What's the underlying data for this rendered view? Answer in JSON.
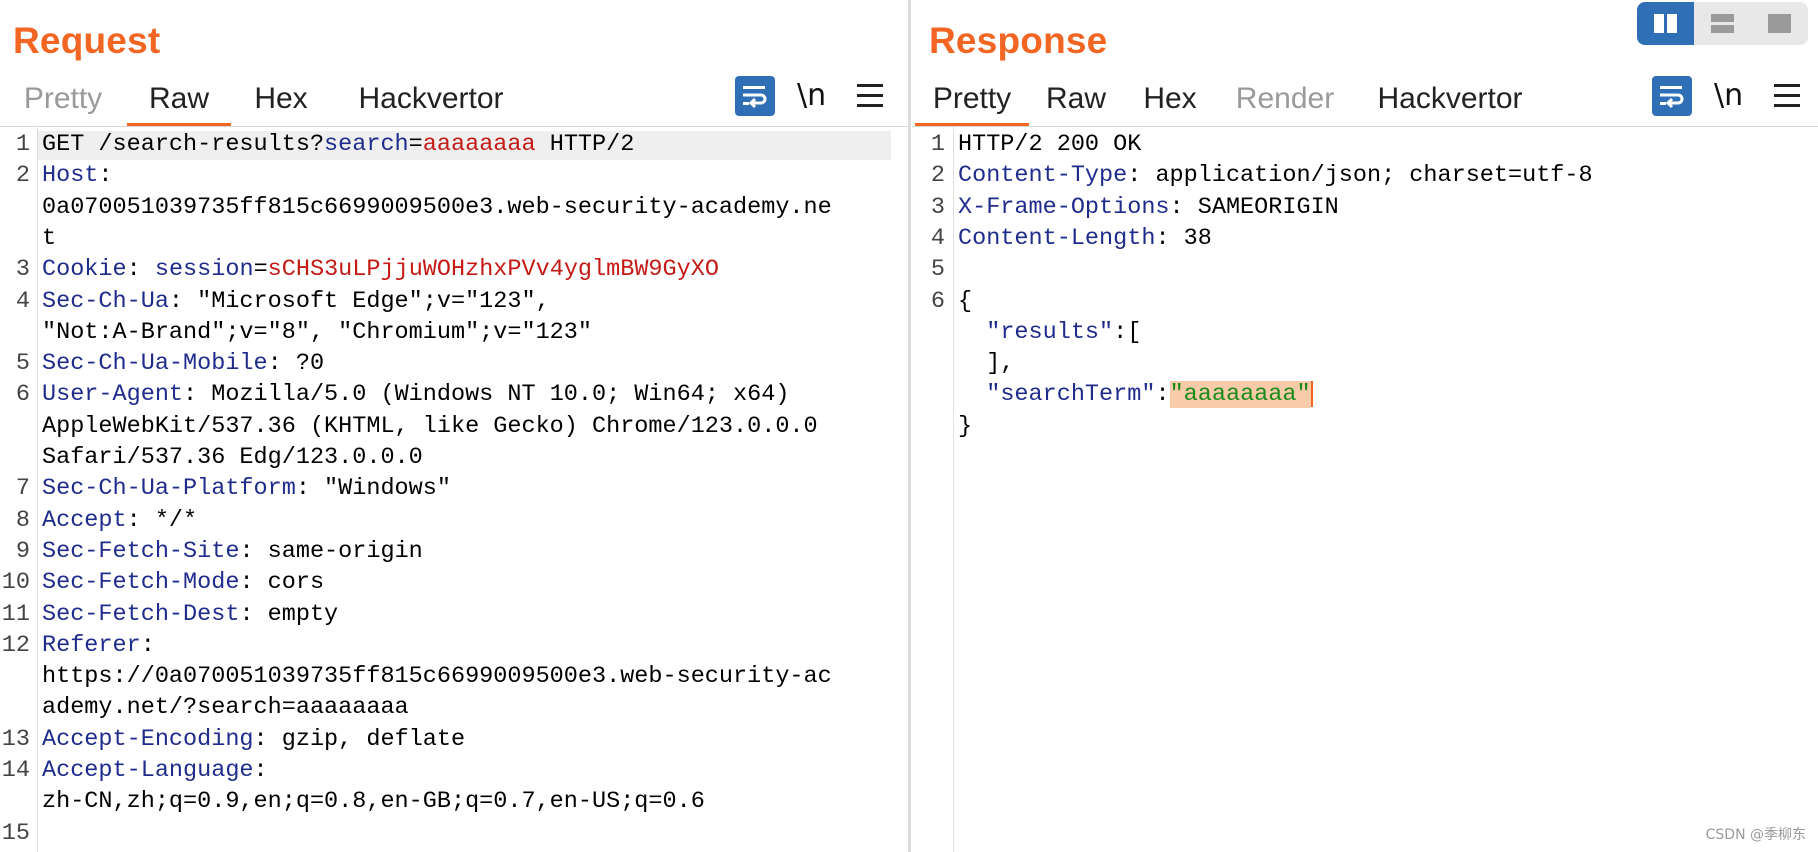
{
  "request": {
    "title": "Request",
    "tabs": [
      "Pretty",
      "Raw",
      "Hex",
      "Hackvertor"
    ],
    "active_tab": "Raw",
    "newline_toggle": "\\n",
    "lines": [
      {
        "n": "1",
        "segs": [
          [
            "t",
            "GET /search-results?"
          ],
          [
            "pm",
            "search"
          ],
          [
            "t",
            "="
          ],
          [
            "pv",
            "aaaaaaaa"
          ],
          [
            "t",
            " HTTP/2"
          ]
        ]
      },
      {
        "n": "2",
        "segs": [
          [
            "hk",
            "Host"
          ],
          [
            "t",
            ":"
          ]
        ]
      },
      {
        "n": "",
        "segs": [
          [
            "t",
            "0a070051039735ff815c6699009500e3.web-security-academy.ne"
          ]
        ]
      },
      {
        "n": "",
        "segs": [
          [
            "t",
            "t"
          ]
        ]
      },
      {
        "n": "3",
        "segs": [
          [
            "hk",
            "Cookie"
          ],
          [
            "t",
            ": "
          ],
          [
            "pm",
            "session"
          ],
          [
            "t",
            "="
          ],
          [
            "pv",
            "sCHS3uLPjjuWOHzhxPVv4yglmBW9GyXO"
          ]
        ]
      },
      {
        "n": "4",
        "segs": [
          [
            "hk",
            "Sec-Ch-Ua"
          ],
          [
            "t",
            ": \"Microsoft Edge\";v=\"123\","
          ]
        ]
      },
      {
        "n": "",
        "segs": [
          [
            "t",
            "\"Not:A-Brand\";v=\"8\", \"Chromium\";v=\"123\""
          ]
        ]
      },
      {
        "n": "5",
        "segs": [
          [
            "hk",
            "Sec-Ch-Ua-Mobile"
          ],
          [
            "t",
            ": ?0"
          ]
        ]
      },
      {
        "n": "6",
        "segs": [
          [
            "hk",
            "User-Agent"
          ],
          [
            "t",
            ": Mozilla/5.0 (Windows NT 10.0; Win64; x64)"
          ]
        ]
      },
      {
        "n": "",
        "segs": [
          [
            "t",
            "AppleWebKit/537.36 (KHTML, like Gecko) Chrome/123.0.0.0"
          ]
        ]
      },
      {
        "n": "",
        "segs": [
          [
            "t",
            "Safari/537.36 Edg/123.0.0.0"
          ]
        ]
      },
      {
        "n": "7",
        "segs": [
          [
            "hk",
            "Sec-Ch-Ua-Platform"
          ],
          [
            "t",
            ": \"Windows\""
          ]
        ]
      },
      {
        "n": "8",
        "segs": [
          [
            "hk",
            "Accept"
          ],
          [
            "t",
            ": */*"
          ]
        ]
      },
      {
        "n": "9",
        "segs": [
          [
            "hk",
            "Sec-Fetch-Site"
          ],
          [
            "t",
            ": same-origin"
          ]
        ]
      },
      {
        "n": "10",
        "segs": [
          [
            "hk",
            "Sec-Fetch-Mode"
          ],
          [
            "t",
            ": cors"
          ]
        ]
      },
      {
        "n": "11",
        "segs": [
          [
            "hk",
            "Sec-Fetch-Dest"
          ],
          [
            "t",
            ": empty"
          ]
        ]
      },
      {
        "n": "12",
        "segs": [
          [
            "hk",
            "Referer"
          ],
          [
            "t",
            ":"
          ]
        ]
      },
      {
        "n": "",
        "segs": [
          [
            "t",
            "https://0a070051039735ff815c6699009500e3.web-security-ac"
          ]
        ]
      },
      {
        "n": "",
        "segs": [
          [
            "t",
            "ademy.net/?search=aaaaaaaa"
          ]
        ]
      },
      {
        "n": "13",
        "segs": [
          [
            "hk",
            "Accept-Encoding"
          ],
          [
            "t",
            ": gzip, deflate"
          ]
        ]
      },
      {
        "n": "14",
        "segs": [
          [
            "hk",
            "Accept-Language"
          ],
          [
            "t",
            ":"
          ]
        ]
      },
      {
        "n": "",
        "segs": [
          [
            "t",
            "zh-CN,zh;q=0.9,en;q=0.8,en-GB;q=0.7,en-US;q=0.6"
          ]
        ]
      },
      {
        "n": "15",
        "segs": []
      }
    ]
  },
  "response": {
    "title": "Response",
    "tabs": [
      "Pretty",
      "Raw",
      "Hex",
      "Render",
      "Hackvertor"
    ],
    "active_tab": "Pretty",
    "disabled_tabs": [
      "Render"
    ],
    "newline_toggle": "\\n",
    "lines": [
      {
        "n": "1",
        "segs": [
          [
            "t",
            "HTTP/2 200 OK"
          ]
        ]
      },
      {
        "n": "2",
        "segs": [
          [
            "hk",
            "Content-Type"
          ],
          [
            "t",
            ": application/json; charset=utf-8"
          ]
        ]
      },
      {
        "n": "3",
        "segs": [
          [
            "hk",
            "X-Frame-Options"
          ],
          [
            "t",
            ": SAMEORIGIN"
          ]
        ]
      },
      {
        "n": "4",
        "segs": [
          [
            "hk",
            "Content-Length"
          ],
          [
            "t",
            ": 38"
          ]
        ]
      },
      {
        "n": "5",
        "segs": []
      },
      {
        "n": "6",
        "segs": [
          [
            "t",
            "{"
          ]
        ]
      },
      {
        "n": "",
        "segs": [
          [
            "t",
            "  "
          ],
          [
            "jk",
            "\"results\""
          ],
          [
            "t",
            ":["
          ]
        ]
      },
      {
        "n": "",
        "segs": [
          [
            "t",
            "  ],"
          ]
        ]
      },
      {
        "n": "",
        "segs": [
          [
            "t",
            "  "
          ],
          [
            "jk",
            "\"searchTerm\""
          ],
          [
            "t",
            ":"
          ],
          [
            "jshl",
            "\"aaaaaaaa\""
          ]
        ]
      },
      {
        "n": "",
        "segs": [
          [
            "t",
            "}"
          ]
        ]
      }
    ]
  },
  "watermark": "CSDN @季柳东",
  "colors": {
    "accent": "#f26522",
    "tool_blue": "#2f6fb5",
    "header_key": "#1f2c8c",
    "param_value": "#c41a16",
    "json_string": "#1a8a1a"
  }
}
